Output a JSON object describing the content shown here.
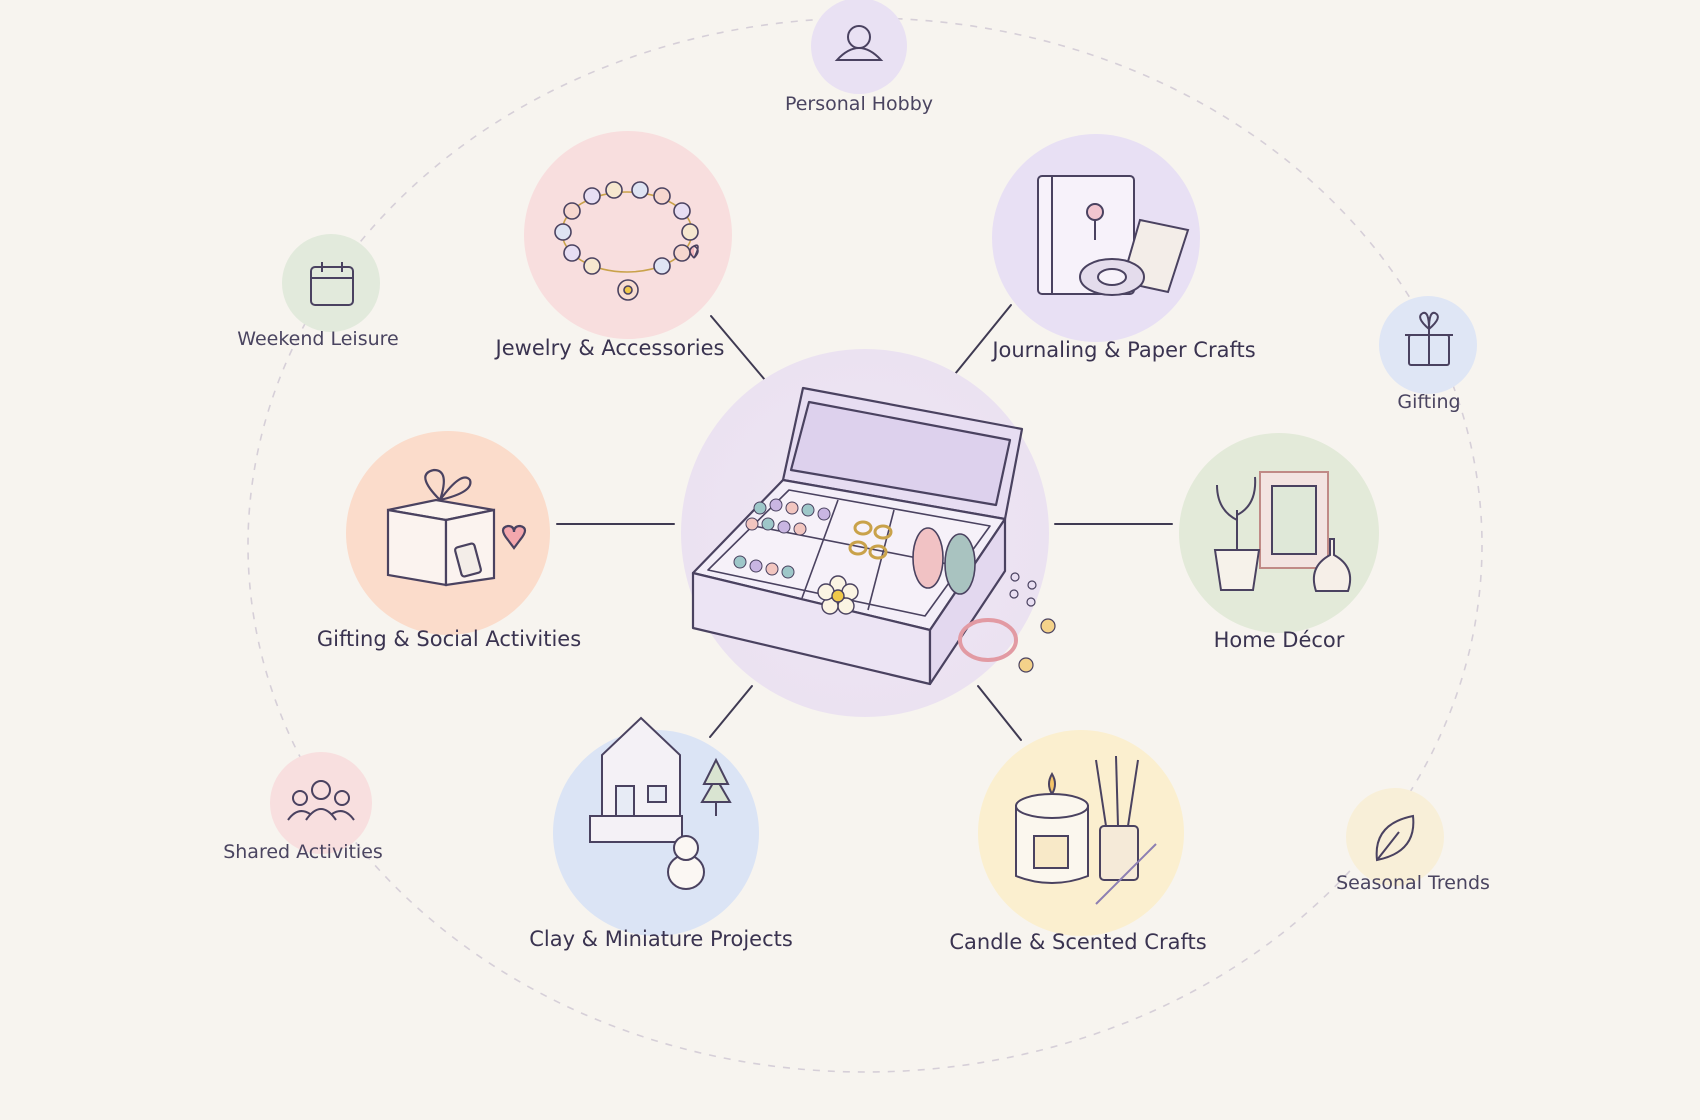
{
  "diagram": {
    "hub": {
      "icon": "craft-organizer-box-icon"
    },
    "categories": [
      {
        "label": "Jewelry & Accessories",
        "icon": "bracelet-icon",
        "color": "#f8dede"
      },
      {
        "label": "Journaling & Paper Crafts",
        "icon": "journal-tape-icon",
        "color": "#e8e0f4"
      },
      {
        "label": "Gifting & Social Activities",
        "icon": "gift-box-icon",
        "color": "#fbdccb"
      },
      {
        "label": "Home Décor",
        "icon": "plant-frame-vase-icon",
        "color": "#e3ead9"
      },
      {
        "label": "Clay & Miniature Projects",
        "icon": "miniature-house-icon",
        "color": "#dbe4f5"
      },
      {
        "label": "Candle & Scented Crafts",
        "icon": "candle-diffuser-icon",
        "color": "#fbefcf"
      }
    ],
    "contexts": [
      {
        "label": "Personal Hobby",
        "icon": "person-icon",
        "color": "#e9e1f3"
      },
      {
        "label": "Weekend Leisure",
        "icon": "calendar-icon",
        "color": "#e2eadc"
      },
      {
        "label": "Gifting",
        "icon": "gift-icon",
        "color": "#dfe6f5"
      },
      {
        "label": "Shared Activities",
        "icon": "group-icon",
        "color": "#f8dfdf"
      },
      {
        "label": "Seasonal Trends",
        "icon": "leaf-icon",
        "color": "#f8efd8"
      }
    ]
  }
}
